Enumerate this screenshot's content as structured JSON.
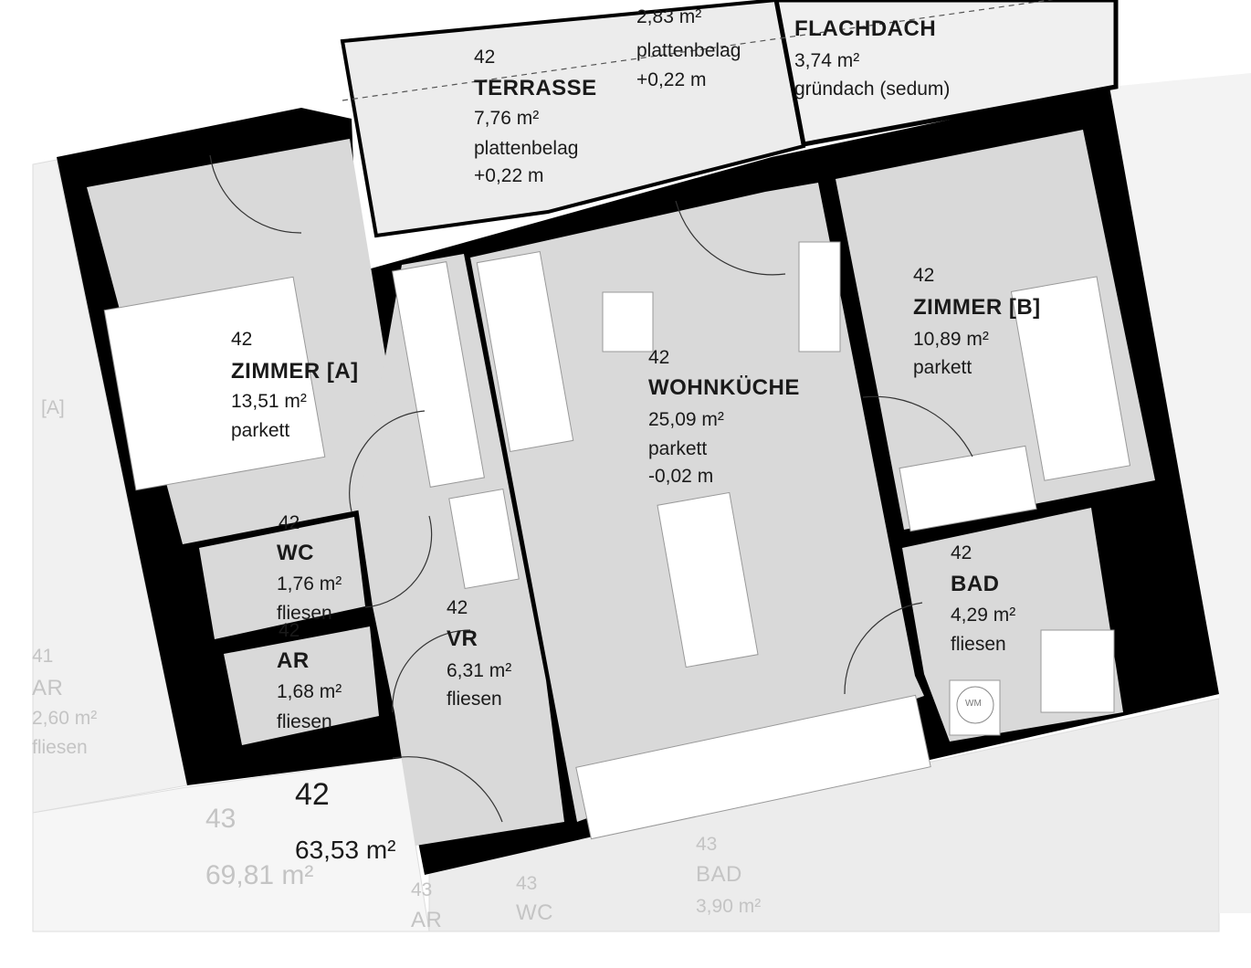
{
  "unit": {
    "number": "42",
    "total_area": "63,53 m²"
  },
  "rooms": {
    "balkon": {
      "area": "2,83 m²",
      "floor": "plattenbelag",
      "level": "+0,22 m"
    },
    "terrasse": {
      "num": "42",
      "name": "TERRASSE",
      "area": "7,76 m²",
      "floor": "plattenbelag",
      "level": "+0,22 m"
    },
    "flachdach": {
      "name": "FLACHDACH",
      "area": "3,74 m²",
      "floor": "gründach (sedum)"
    },
    "zimmer_a": {
      "num": "42",
      "name": "ZIMMER [A]",
      "area": "13,51 m²",
      "floor": "parkett"
    },
    "wohnkueche": {
      "num": "42",
      "name": "WOHNKÜCHE",
      "area": "25,09 m²",
      "floor": "parkett",
      "level": "-0,02 m"
    },
    "zimmer_b": {
      "num": "42",
      "name": "ZIMMER [B]",
      "area": "10,89 m²",
      "floor": "parkett"
    },
    "wc": {
      "num": "42",
      "name": "WC",
      "area": "1,76 m²",
      "floor": "fliesen"
    },
    "ar": {
      "num": "42",
      "name": "AR",
      "area": "1,68 m²",
      "floor": "fliesen"
    },
    "vr": {
      "num": "42",
      "name": "VR",
      "area": "6,31 m²",
      "floor": "fliesen"
    },
    "bad": {
      "num": "42",
      "name": "BAD",
      "area": "4,29 m²",
      "floor": "fliesen",
      "appliance": "WM"
    }
  },
  "neighbors": {
    "left_a": "[A]",
    "left_ar": {
      "num": "41",
      "name": "AR",
      "area": "2,60 m²",
      "floor": "fliesen"
    },
    "unit43": {
      "number": "43",
      "total_area": "69,81 m²"
    },
    "ar43": {
      "num": "43",
      "name": "AR"
    },
    "wc43": {
      "num": "43",
      "name": "WC"
    },
    "bad43": {
      "num": "43",
      "name": "BAD",
      "area": "3,90 m²"
    }
  }
}
